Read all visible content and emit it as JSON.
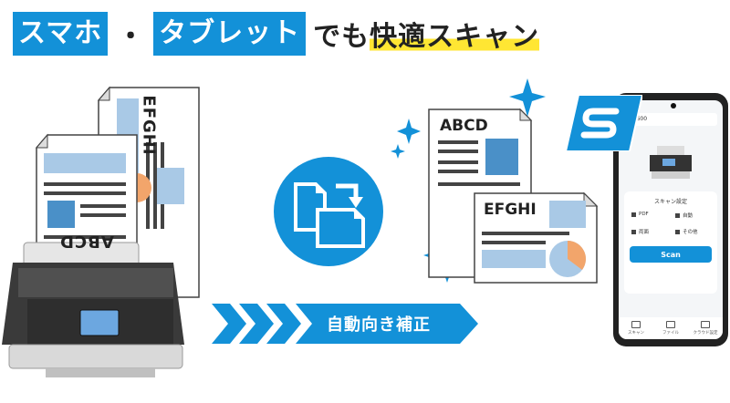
{
  "title": {
    "box1": "スマホ",
    "dot": "・",
    "box2": "タブレット",
    "plain": "でも",
    "highlight": "快適スキャン"
  },
  "doc_back_left": {
    "text": "EFGHI"
  },
  "doc_front_left": {
    "text": "ABCD"
  },
  "doc_right_top": {
    "text": "ABCD"
  },
  "doc_right_bottom": {
    "text": "EFGHI"
  },
  "arrow_band": {
    "label": "自動向き補正"
  },
  "phone": {
    "top_bar": "iX1600",
    "panel_title": "スキャン設定",
    "options": [
      "PDF",
      "自動",
      "両面",
      "その他"
    ],
    "scan_button": "Scan",
    "nav": [
      "スキャン",
      "ファイル",
      "クラウド設定"
    ]
  },
  "colors": {
    "accent": "#1391d8",
    "highlight": "#ffe633",
    "doc_blue": "#a9c9e6",
    "doc_orange": "#f2a56b"
  }
}
